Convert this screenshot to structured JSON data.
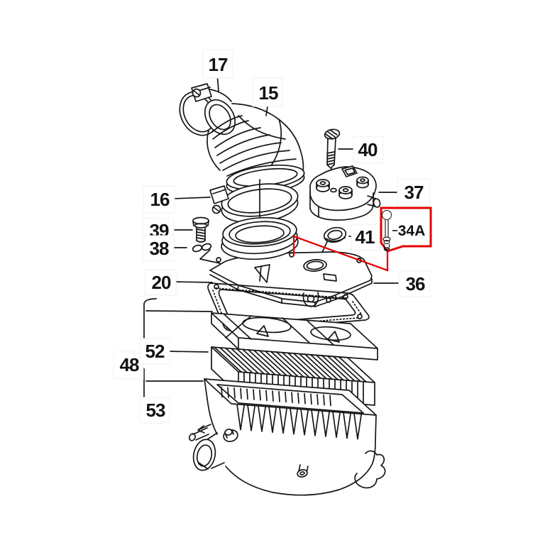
{
  "figure": {
    "background": "#ffffff",
    "line_color": "#161616",
    "label_color": "#121212",
    "highlight_color": "#e60000"
  },
  "parts": {
    "p17": "17",
    "p15": "15",
    "p40": "40",
    "p16": "16",
    "p37": "37",
    "p39": "39",
    "p38": "38",
    "p41": "41",
    "p34a": "34A",
    "p20": "20",
    "p36": "36",
    "p48": "48",
    "p52": "52",
    "p53": "53"
  },
  "highlighted_part": "34A"
}
